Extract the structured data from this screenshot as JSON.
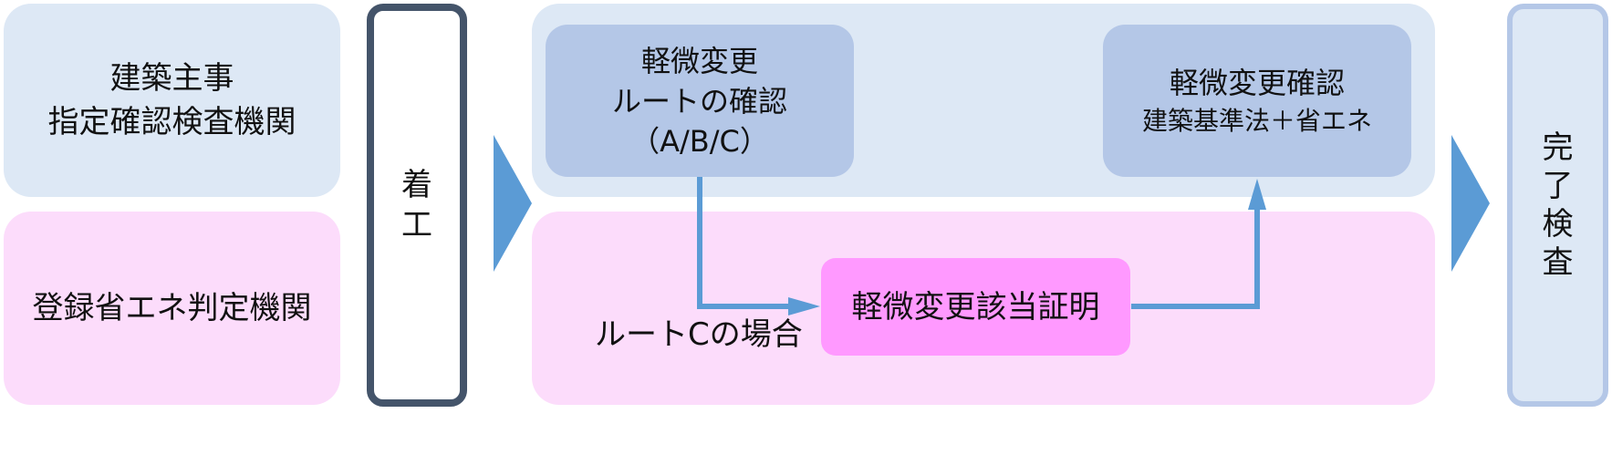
{
  "left_column": {
    "top_lines": [
      "建築主事",
      "指定確認検査機関"
    ],
    "bottom_label": "登録省エネ判定機関"
  },
  "start": {
    "chars": [
      "着",
      "工"
    ]
  },
  "route_check": {
    "lines": [
      "軽微変更",
      "ルートの確認",
      "（A/B/C）"
    ]
  },
  "minor_change_confirmation": {
    "title": "軽微変更確認",
    "subtitle": "建築基準法＋省エネ"
  },
  "certificate": {
    "label": "軽微変更該当証明"
  },
  "route_c_label": "ルートCの場合",
  "finish": {
    "chars": [
      "完",
      "了",
      "検",
      "査"
    ]
  },
  "colors": {
    "blue_panel": "#dde8f5",
    "blue_box": "#b4c7e7",
    "pink_panel": "#fcdcfb",
    "pink_box": "#ff99ff",
    "arrow": "#5b9bd5",
    "start_border": "#44546a"
  }
}
